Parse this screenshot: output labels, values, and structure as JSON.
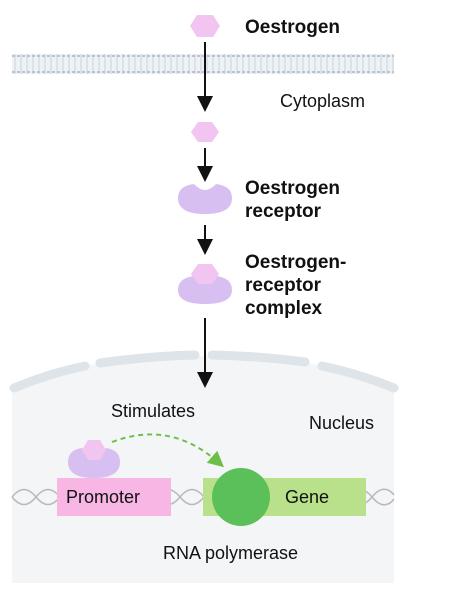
{
  "labels": {
    "oestrogen": "Oestrogen",
    "cytoplasm": "Cytoplasm",
    "receptor_line1": "Oestrogen",
    "receptor_line2": "receptor",
    "complex_line1": "Oestrogen-",
    "complex_line2": "receptor",
    "complex_line3": "complex",
    "stimulates": "Stimulates",
    "nucleus": "Nucleus",
    "promoter": "Promoter",
    "gene": "Gene",
    "rna_polymerase": "RNA polymerase"
  },
  "colors": {
    "hormone": "#f2c4f0",
    "receptor": "#d7bff2",
    "promoter": "#f7b6e3",
    "gene": "#b9e08a",
    "polymerase": "#5cc05a",
    "arrow": "#111111",
    "stimulates_arrow": "#6cc04a",
    "membrane": "#d9e0e6"
  },
  "icons": {
    "hormone": "hexagon-icon",
    "receptor": "receptor-icon",
    "polymerase": "circle-icon",
    "dna": "dna-helix-icon"
  }
}
